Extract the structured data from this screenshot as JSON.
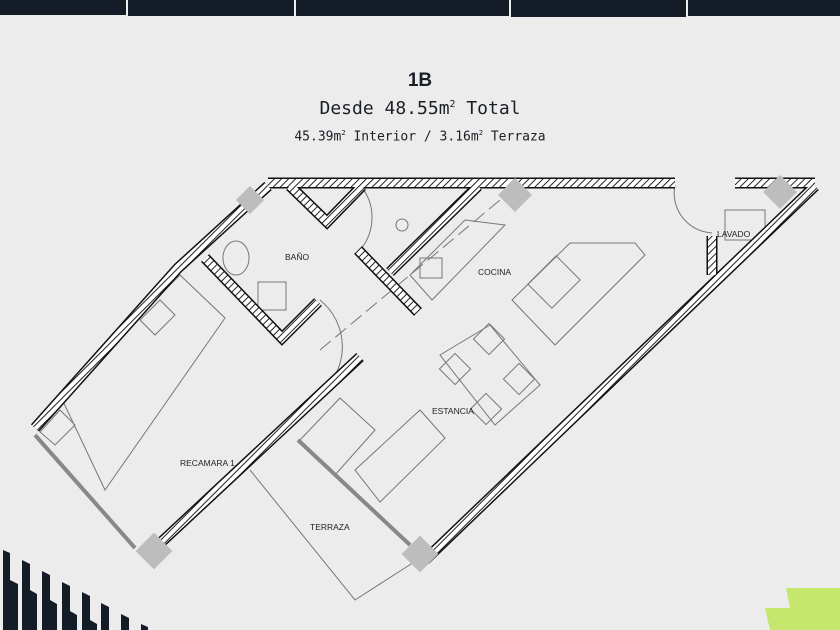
{
  "header": {
    "unit": "1B",
    "total_prefix": "Desde 48.55m",
    "total_sup": "2",
    "total_suffix": " Total",
    "interior_value": "45.39m",
    "interior_sup": "2",
    "interior_label": " Interior / 3.16m",
    "terrace_sup": "2",
    "terrace_label": " Terraza"
  },
  "rooms": {
    "bano": "BAÑO",
    "cocina": "COCINA",
    "lavado": "LAVADO",
    "estancia": "ESTANCIA",
    "recamara": "RECAMARA 1",
    "terraza": "TERRAZA"
  },
  "colors": {
    "background": "#ececec",
    "dark": "#141d27",
    "accent": "#c5e86c",
    "column": "#bdbdbd"
  }
}
